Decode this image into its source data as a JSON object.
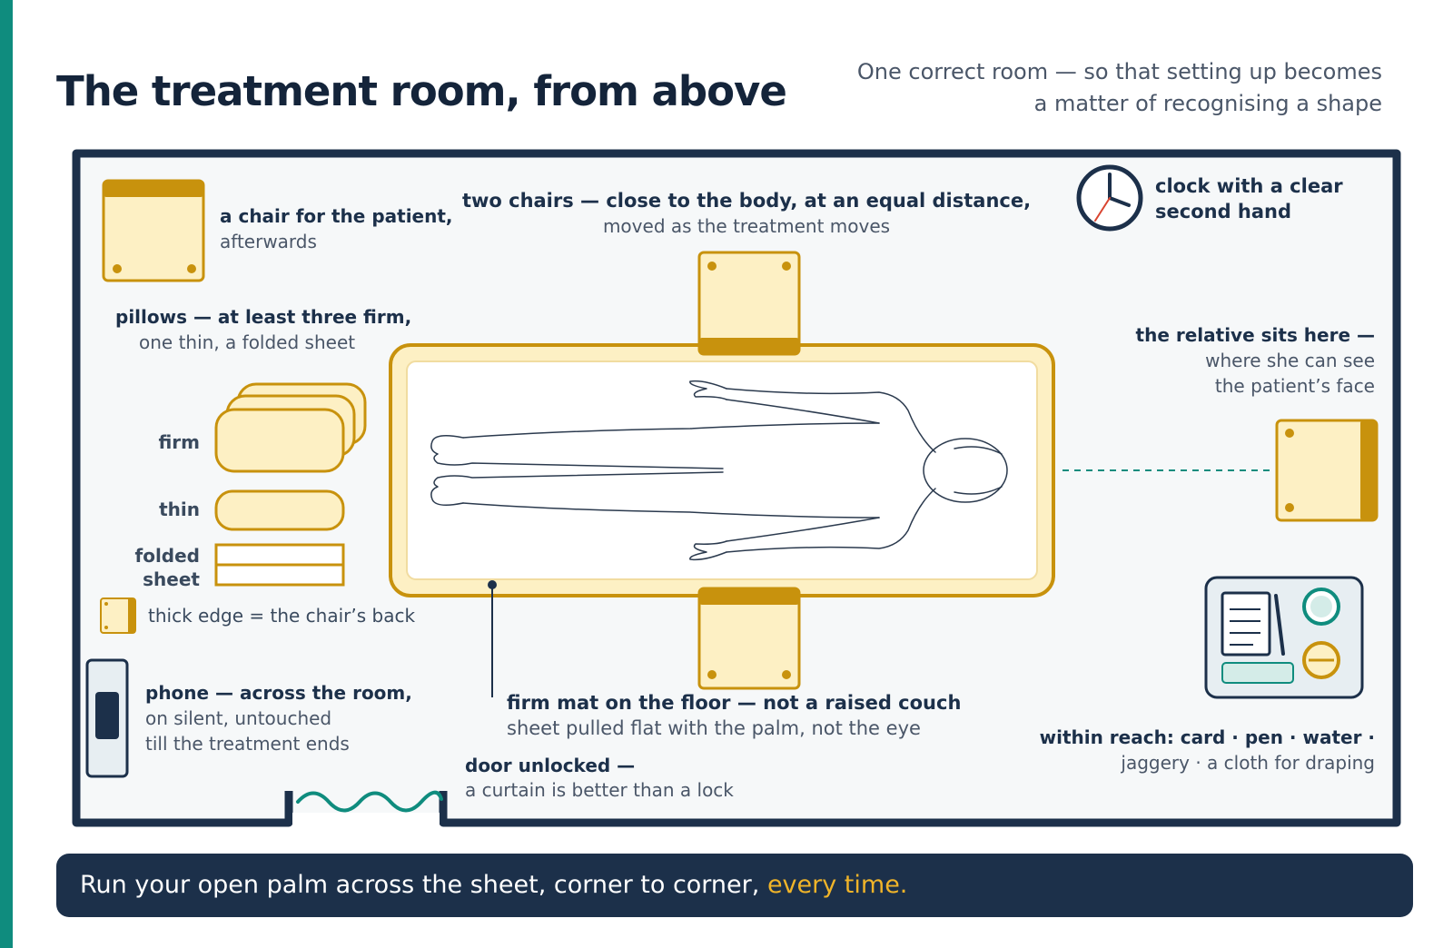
{
  "header": {
    "title": "The treatment room, from above",
    "subtitle_line1": "One correct room — so that setting up becomes",
    "subtitle_line2": "a matter of recognising a shape"
  },
  "labels": {
    "patient_chair_bold": "a chair for the patient,",
    "patient_chair_sub": "afterwards",
    "two_chairs_bold": "two chairs — close to the body, at an equal distance,",
    "two_chairs_sub": "moved as the treatment moves",
    "clock_line1": "clock with a clear",
    "clock_line2": "second hand",
    "pillows_bold": "pillows — at least three firm,",
    "pillows_sub": "one thin, a folded sheet",
    "pillow_firm": "firm",
    "pillow_thin": "thin",
    "pillow_folded_line1": "folded",
    "pillow_folded_line2": "sheet",
    "chair_legend": "thick edge = the chair’s back",
    "relative_bold": "the relative sits here —",
    "relative_sub1": "where she can see",
    "relative_sub2": "the patient’s face",
    "phone_bold": "phone — across the room,",
    "phone_sub1": "on silent, untouched",
    "phone_sub2": "till the treatment ends",
    "mat_bold": "firm mat on the floor — not a raised couch",
    "mat_sub": "sheet pulled flat with the palm, not the eye",
    "door_bold": "door unlocked —",
    "door_sub": "a curtain is better than a lock",
    "reach_bold": "within reach: card · pen · water ·",
    "reach_sub": "jaggery · a cloth for draping"
  },
  "footer": {
    "text_main": "Run your open palm across the sheet, corner to corner, ",
    "text_highlight": "every time."
  },
  "icons": {
    "clock": "clock-icon",
    "phone": "phone-icon",
    "tray": "tray-icon",
    "door": "door-curtain-icon",
    "figure": "body-outline-icon"
  },
  "colors": {
    "accent_teal": "#0f8c7e",
    "navy": "#1c304a",
    "gold": "#c8920d",
    "cream": "#fdf0c4",
    "highlight": "#f0b429"
  }
}
